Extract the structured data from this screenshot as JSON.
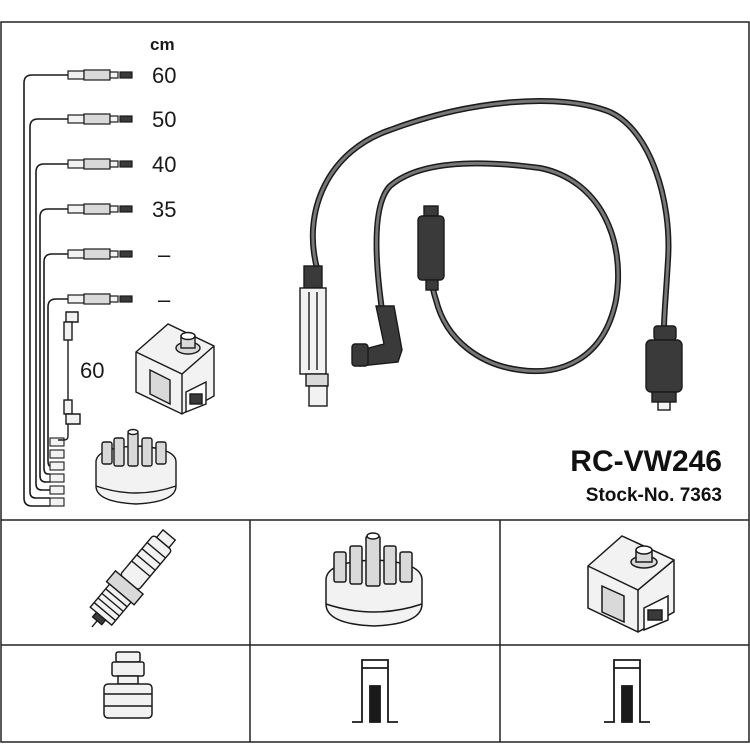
{
  "product": {
    "code": "RC-VW246",
    "stock_no": "Stock-No. 7363"
  },
  "lengths": {
    "unit": "cm",
    "leads": [
      "60",
      "50",
      "40",
      "35",
      "–",
      "–"
    ],
    "coil_lead": "60"
  },
  "colors": {
    "line": "#1a1a1a",
    "frame": "#222222",
    "fill_light": "#f2f2f2",
    "fill_mid": "#d9d9d9",
    "fill_dark": "#3a3a3a"
  }
}
